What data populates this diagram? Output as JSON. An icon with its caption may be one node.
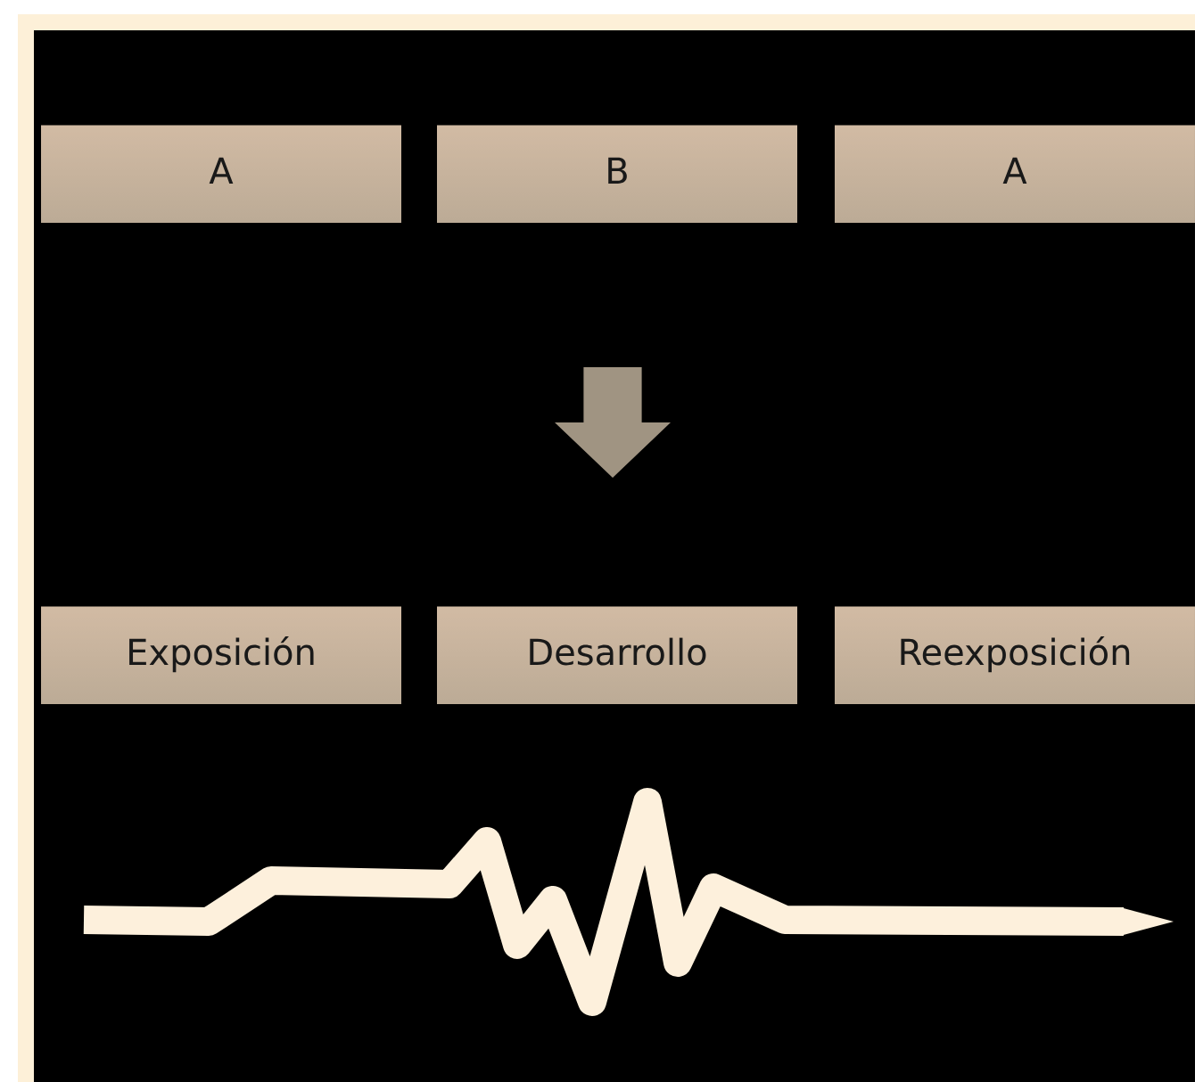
{
  "diagram": {
    "nodes": [
      {
        "text": [
          "A"
        ]
      },
      {
        "text": [
          "B"
        ]
      },
      {
        "text": [
          "A"
        ]
      },
      {
        "text": [],
        "shape": "arrow"
      },
      {
        "text": [
          "Exposición"
        ]
      },
      {
        "text": [
          "Desarrollo"
        ]
      },
      {
        "text": [
          "Reexposición"
        ]
      }
    ]
  }
}
